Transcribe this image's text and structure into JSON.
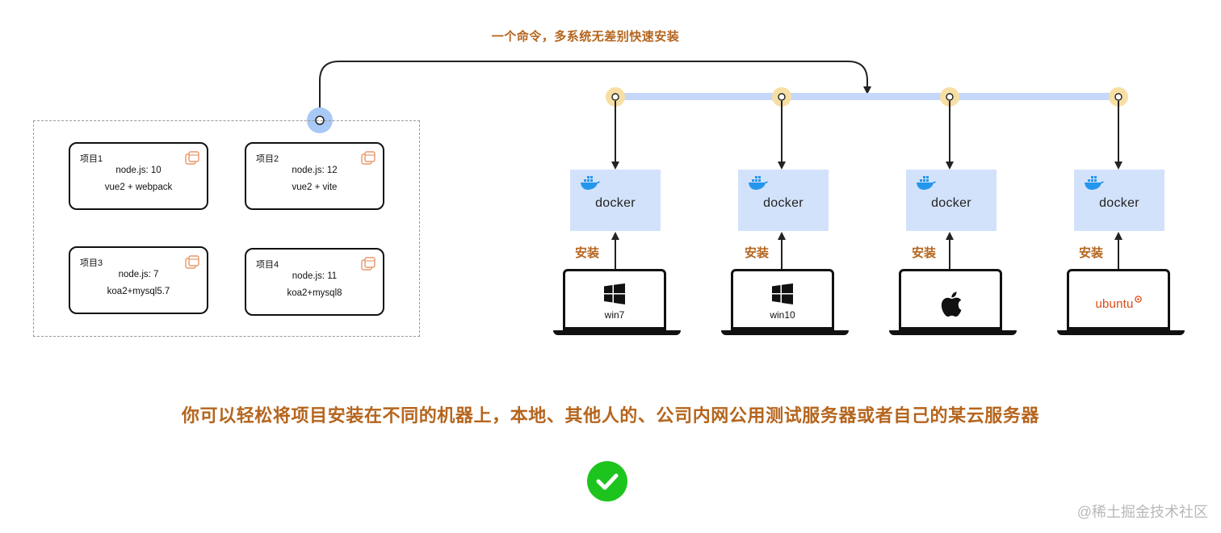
{
  "top_caption": "一个命令，多系统无差别快速安装",
  "projects": [
    {
      "name": "项目1",
      "line1": "node.js: 10",
      "line2": "vue2 + webpack"
    },
    {
      "name": "项目2",
      "line1": "node.js: 12",
      "line2": "vue2 + vite"
    },
    {
      "name": "项目3",
      "line1": "node.js: 7",
      "line2": "koa2+mysql5.7"
    },
    {
      "name": "项目4",
      "line1": "node.js: 11",
      "line2": "koa2+mysql8"
    }
  ],
  "docker_label": "docker",
  "install_label": "安装",
  "machines": [
    {
      "os_icon": "windows-logo-icon",
      "os_label": "win7"
    },
    {
      "os_icon": "windows-logo-icon",
      "os_label": "win10"
    },
    {
      "os_icon": "apple-logo-icon",
      "os_label": ""
    },
    {
      "os_icon": "ubuntu-logo",
      "os_label": "ubuntu"
    }
  ],
  "main_caption": "你可以轻松将项目安装在不同的机器上，本地、其他人的、公司内网公用测试服务器或者自己的某云服务器",
  "check_icon": "check-circle-icon",
  "watermark": "@稀土掘金技术社区",
  "colors": {
    "accent_orange": "#b5651d",
    "docker_bg": "#d3e2fb",
    "bus_line": "#c5d8fa",
    "node_halo": "#f7dfa4",
    "port_halo": "#a8c8f6",
    "check_green": "#1ec41e",
    "docker_blue": "#2496ed",
    "ubuntu_orange": "#dd4814"
  }
}
